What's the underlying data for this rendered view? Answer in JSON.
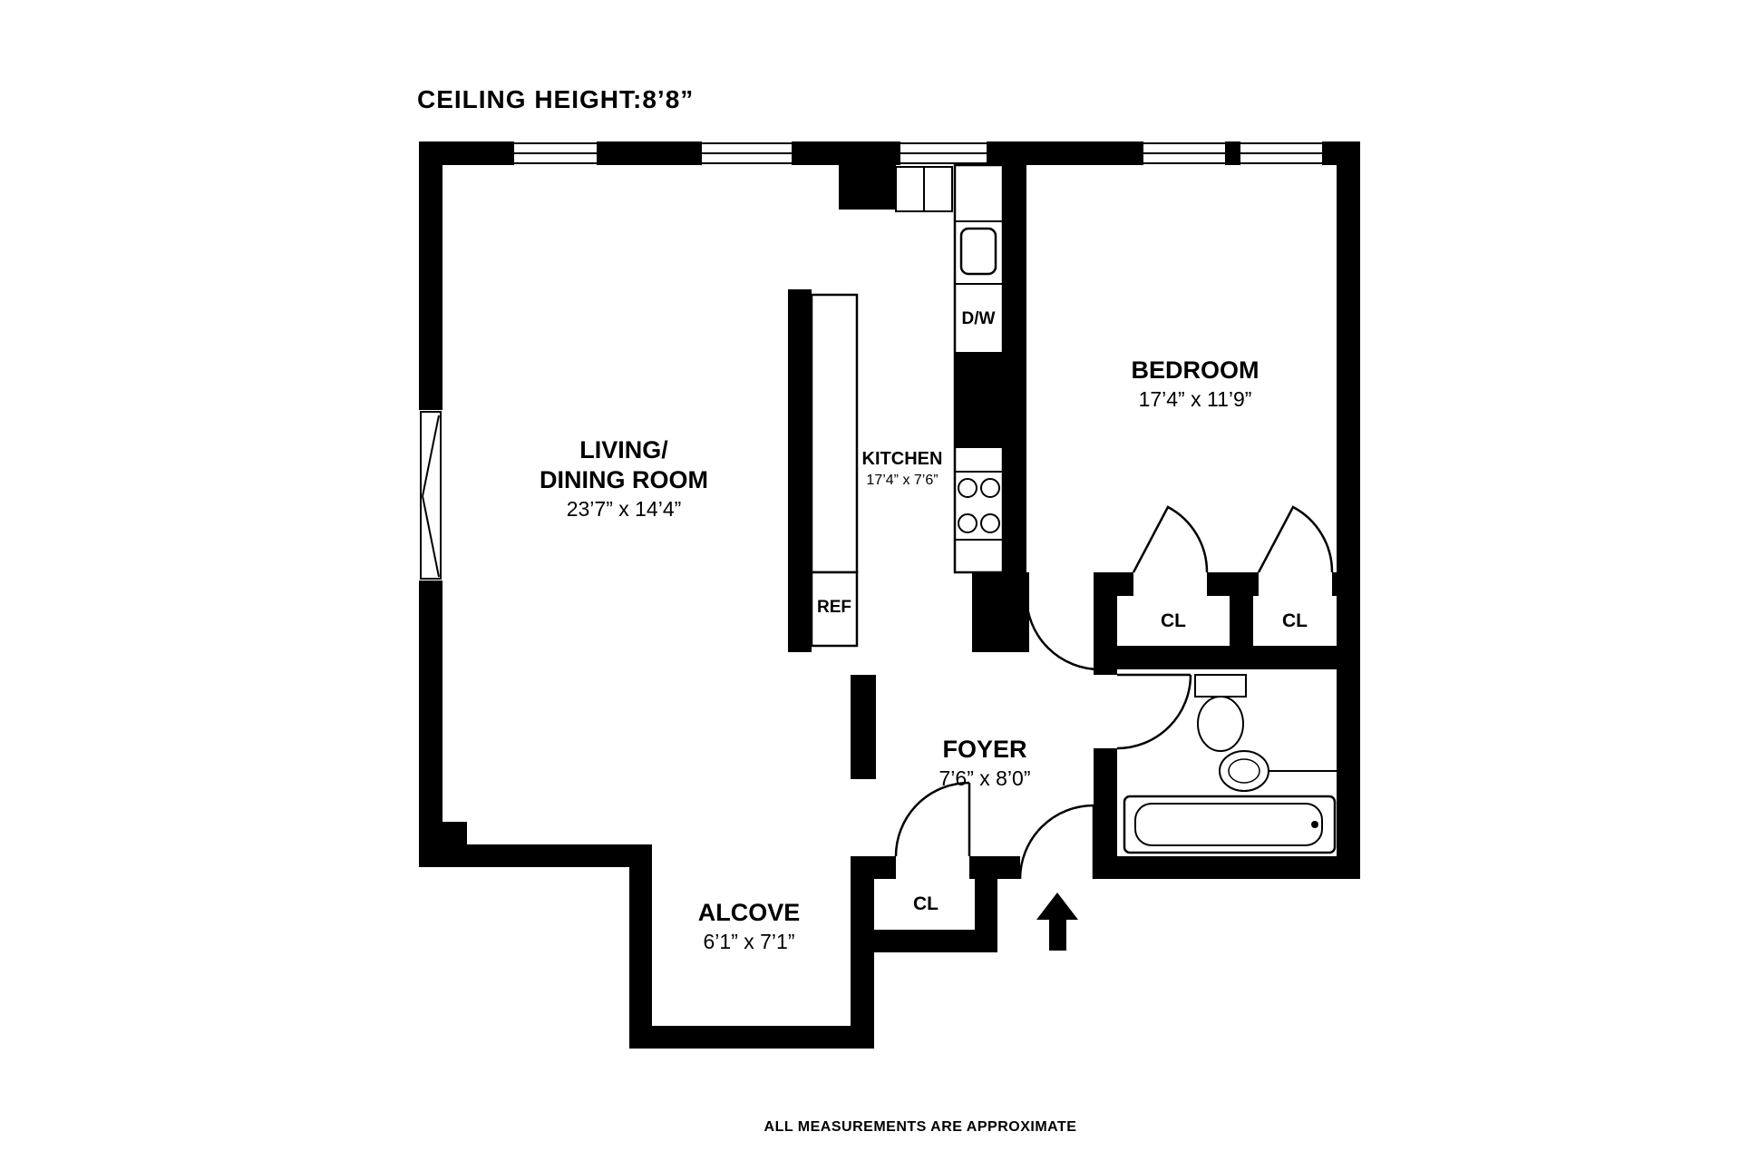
{
  "title": "CEILING HEIGHT:8’8”",
  "footer": "ALL MEASUREMENTS ARE APPROXIMATE",
  "rooms": {
    "living_dining": {
      "name_line1": "LIVING/",
      "name_line2": "DINING ROOM",
      "dims": "23’7” x 14’4”"
    },
    "kitchen": {
      "name": "KITCHEN",
      "dims": "17’4” x 7’6”"
    },
    "bedroom": {
      "name": "BEDROOM",
      "dims": "17’4” x 11’9”"
    },
    "foyer": {
      "name": "FOYER",
      "dims": "7’6” x 8’0”"
    },
    "alcove": {
      "name": "ALCOVE",
      "dims": "6’1” x 7’1”"
    }
  },
  "closets": {
    "bedroom_closet_left": "CL",
    "bedroom_closet_right": "CL",
    "foyer_closet": "CL"
  },
  "appliances": {
    "dishwasher": "D/W",
    "refrigerator": "REF"
  },
  "colors": {
    "walls": "#000000",
    "background": "#ffffff",
    "text": "#000000"
  }
}
